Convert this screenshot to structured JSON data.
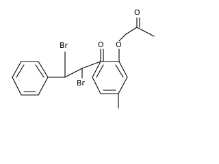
{
  "molecule": {
    "atoms": {
      "br_benzylic": "Br",
      "br_alpha": "Br",
      "ketone_oxygen": "O",
      "ester_oxygen": "O",
      "acetyl_oxygen": "O"
    },
    "colors": {
      "bond": "#000000",
      "label": "#000000",
      "background": "#ffffff"
    }
  }
}
